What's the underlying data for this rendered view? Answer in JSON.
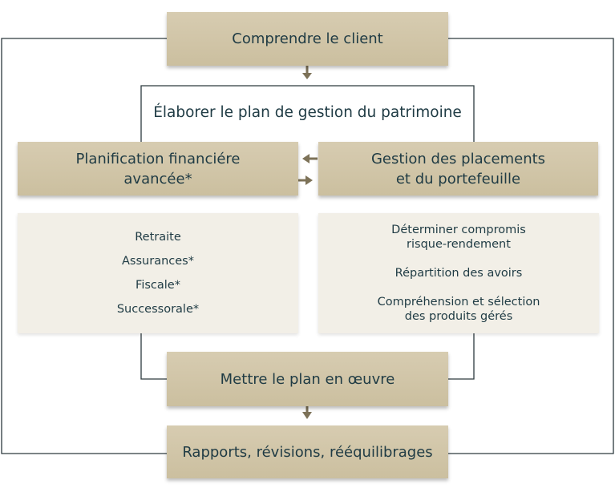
{
  "diagram": {
    "top_box": "Comprendre le client",
    "section_heading": "Élaborer le plan de gestion du patrimoine",
    "left_box": {
      "lines": [
        "Planification financiére",
        "avancée*"
      ]
    },
    "right_box": {
      "lines": [
        "Gestion des placements",
        "et du portefeuille"
      ]
    },
    "left_list": [
      "Retraite",
      "Assurances*",
      "Fiscale*",
      "Successorale*"
    ],
    "right_list": [
      [
        "Déterminer compromis",
        "risque-rendement"
      ],
      [
        "Répartition des avoirs"
      ],
      [
        "Compréhension et sélection",
        "des produits gérés"
      ]
    ],
    "implement_box": "Mettre le plan en œuvre",
    "bottom_box": "Rapports, révisions, rééquilibrages"
  },
  "colors": {
    "tan_box": "#cfc3a5",
    "light_box": "#f2efe7",
    "text": "#1f3b44",
    "connector": "#2d3a3f",
    "arrow": "#7d7258"
  }
}
